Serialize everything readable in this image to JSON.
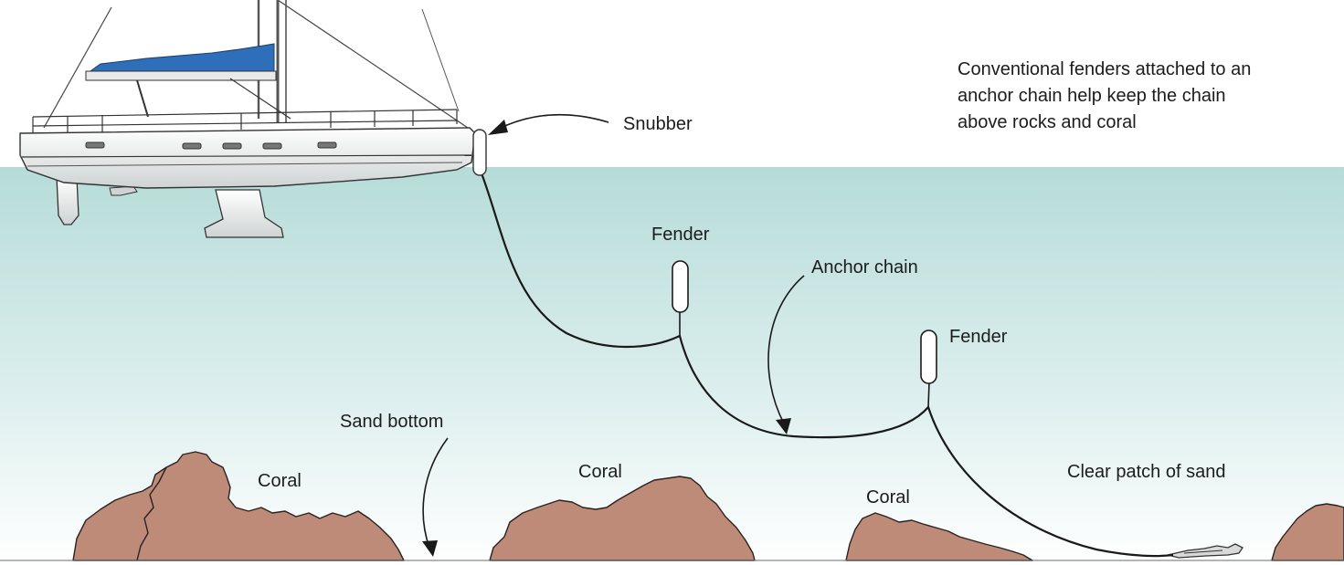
{
  "caption": {
    "line1": "Conventional fenders attached to an",
    "line2": "anchor chain help keep the chain",
    "line3": "above rocks and coral"
  },
  "labels": {
    "snubber": "Snubber",
    "fender_left": "Fender",
    "fender_right": "Fender",
    "anchor_chain": "Anchor chain",
    "sand_bottom": "Sand bottom",
    "coral_1": "Coral",
    "coral_2": "Coral",
    "coral_3": "Coral",
    "clear_patch": "Clear patch of sand"
  },
  "colors": {
    "water_top": "#b6dcd8",
    "water_bottom": "#ffffff",
    "coral_fill": "#bd8b78",
    "coral_stroke": "#2a2220",
    "bimini": "#2f6fba",
    "hull": "#f2f2f2",
    "chain": "#1a1a1a"
  }
}
